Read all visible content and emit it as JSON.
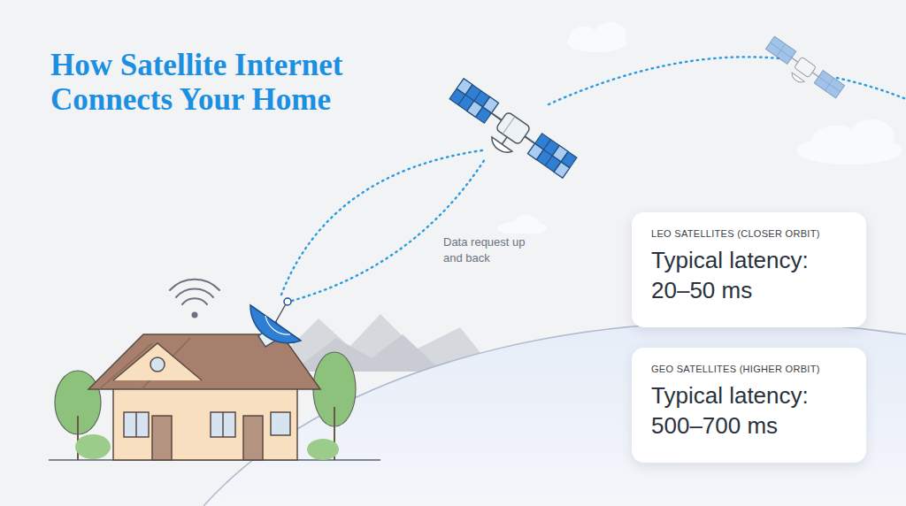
{
  "diagram": {
    "title": "How Satellite Internet Connects Your Home",
    "nodes": [
      {
        "text": [
          "LEO SATELLITES (CLOSER ORBIT)",
          "Typical latency: 20–50 ms"
        ]
      },
      {
        "text": [
          "GEO SATELLITES (HIGHER ORBIT)",
          "Typical latency: 500–700 ms"
        ]
      }
    ],
    "labels": [
      "Data request up and back"
    ]
  }
}
